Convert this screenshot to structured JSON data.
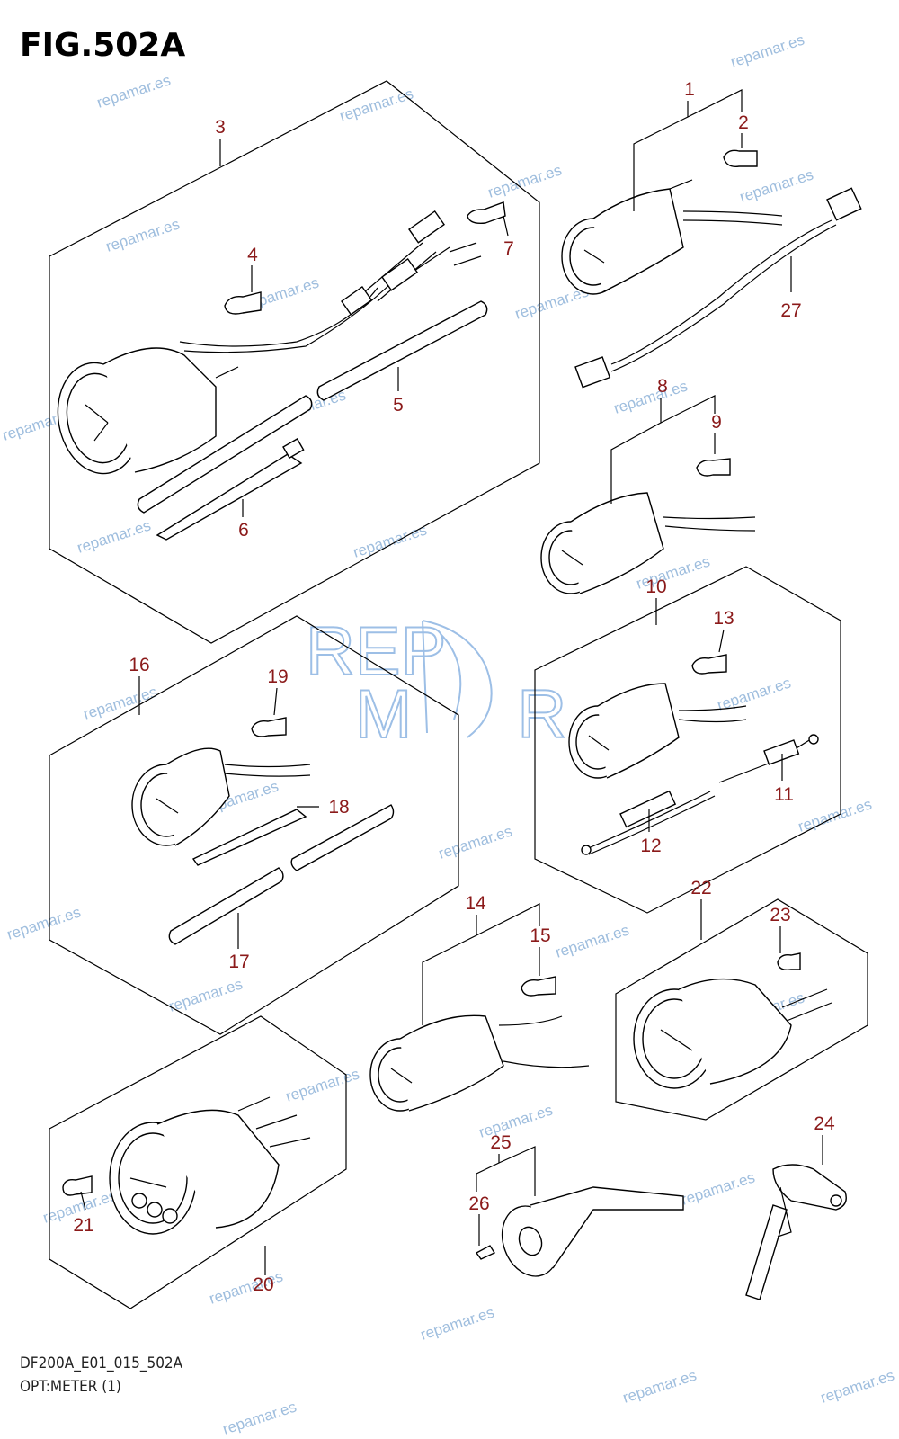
{
  "figure": {
    "title": "FIG.502A"
  },
  "footer": {
    "code": "DF200A_E01_015_502A",
    "description": "OPT:METER (1)"
  },
  "watermark": {
    "text": "repamar.es",
    "color": "#8fb3d9"
  },
  "logo": {
    "row1": "REP",
    "row2": "M R"
  },
  "callouts": [
    {
      "id": 1,
      "label": "1"
    },
    {
      "id": 2,
      "label": "2"
    },
    {
      "id": 3,
      "label": "3"
    },
    {
      "id": 4,
      "label": "4"
    },
    {
      "id": 5,
      "label": "5"
    },
    {
      "id": 6,
      "label": "6"
    },
    {
      "id": 7,
      "label": "7"
    },
    {
      "id": 8,
      "label": "8"
    },
    {
      "id": 9,
      "label": "9"
    },
    {
      "id": 10,
      "label": "10"
    },
    {
      "id": 11,
      "label": "11"
    },
    {
      "id": 12,
      "label": "12"
    },
    {
      "id": 13,
      "label": "13"
    },
    {
      "id": 14,
      "label": "14"
    },
    {
      "id": 15,
      "label": "15"
    },
    {
      "id": 16,
      "label": "16"
    },
    {
      "id": 17,
      "label": "17"
    },
    {
      "id": 18,
      "label": "18"
    },
    {
      "id": 19,
      "label": "19"
    },
    {
      "id": 20,
      "label": "20"
    },
    {
      "id": 21,
      "label": "21"
    },
    {
      "id": 22,
      "label": "22"
    },
    {
      "id": 23,
      "label": "23"
    },
    {
      "id": 24,
      "label": "24"
    },
    {
      "id": 25,
      "label": "25"
    },
    {
      "id": 26,
      "label": "26"
    },
    {
      "id": 27,
      "label": "27"
    }
  ],
  "colors": {
    "callout": "#8b1a1a",
    "line": "#000000"
  }
}
